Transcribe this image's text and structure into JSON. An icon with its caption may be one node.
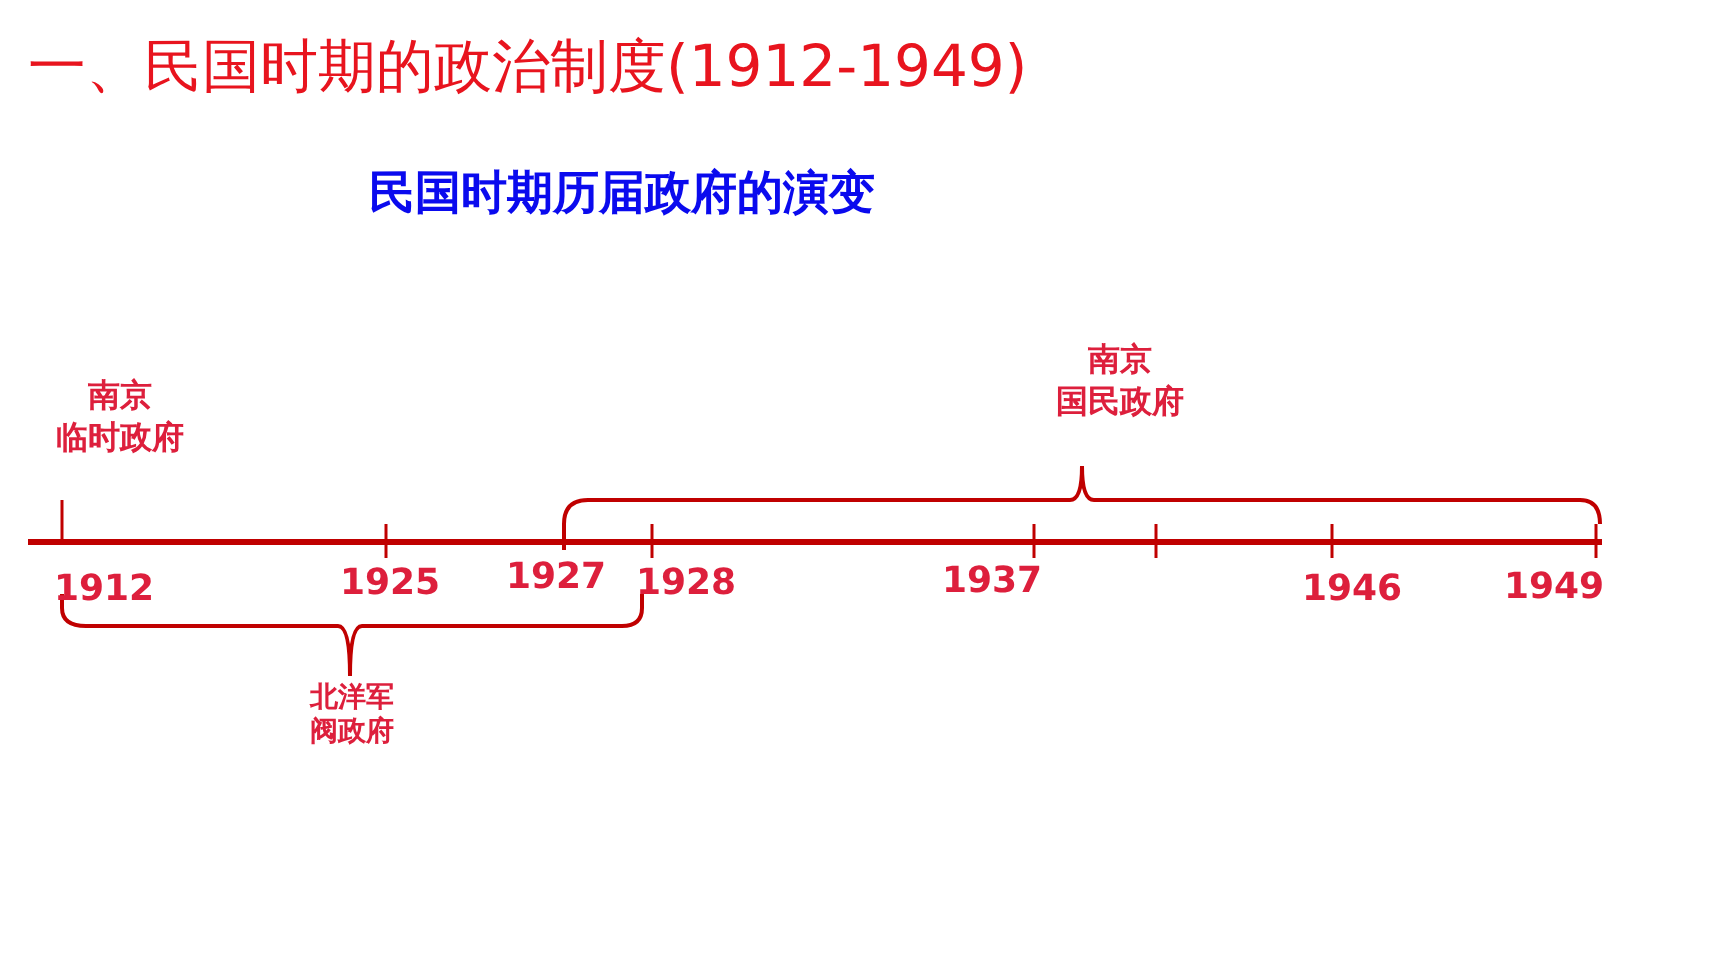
{
  "diagram": {
    "title": "一、民国时期的政治制度(1912-1949)",
    "labels": [
      "民国时期历届政府的演变",
      "南京",
      "南京",
      "国民政府",
      "临时政府",
      "1912",
      "1925",
      "1927",
      "1928",
      "1937",
      "1946",
      "1949",
      "北洋军阀政府"
    ]
  }
}
